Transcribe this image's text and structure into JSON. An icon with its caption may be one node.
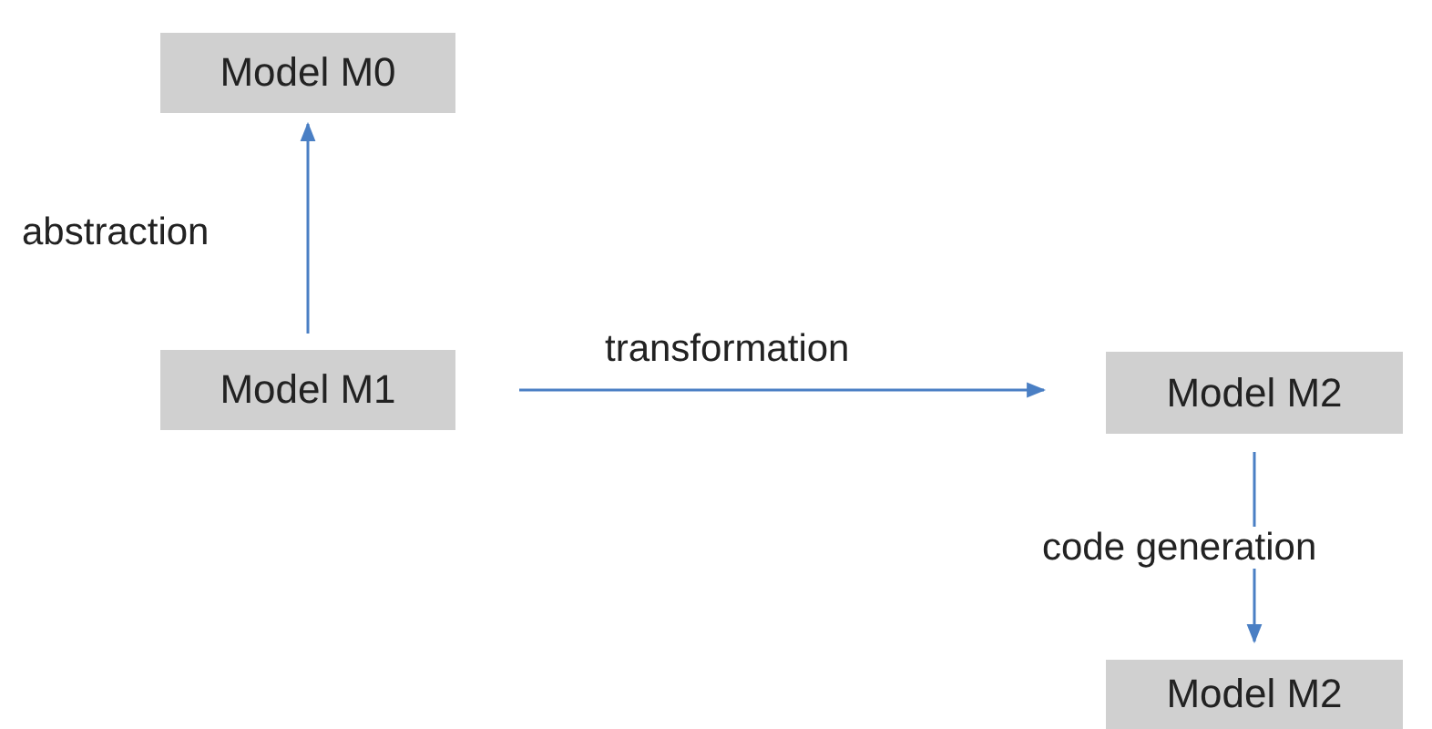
{
  "diagram": {
    "nodes": [
      {
        "text": [
          "Model M0"
        ]
      },
      {
        "text": [
          "Model M1"
        ]
      },
      {
        "text": [
          "Model M2"
        ]
      },
      {
        "text": [
          "Model M2"
        ]
      }
    ],
    "edges": [
      {
        "from": 1,
        "to": 0,
        "arrow": "to",
        "label": "abstraction"
      },
      {
        "from": 1,
        "to": 2,
        "arrow": "to",
        "label": "transformation"
      },
      {
        "from": 2,
        "to": 3,
        "arrow": "to",
        "label": "code generation"
      }
    ]
  }
}
